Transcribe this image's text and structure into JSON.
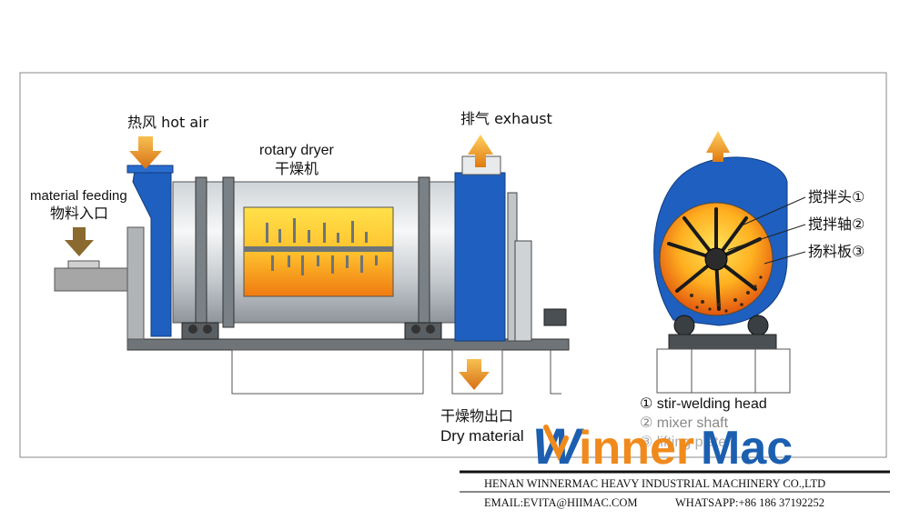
{
  "labels": {
    "hot_air": "热风 hot air",
    "exhaust": "排气 exhaust",
    "rotary_dryer_en": "rotary dryer",
    "rotary_dryer_cn": "干燥机",
    "material_feeding_en": "material feeding",
    "material_feeding_cn": "物料入口",
    "outlet_cn": "干燥物出口",
    "outlet_en": "Dry material",
    "part1_cn": "搅拌头①",
    "part2_cn": "搅拌轴②",
    "part3_cn": "扬料板③",
    "legend1": "① stir-welding head",
    "legend2": "② mixer shaft",
    "legend3": "③ lifting plate"
  },
  "brand": {
    "logo_w": "W",
    "logo_inner": "inner",
    "logo_mac": "Mac",
    "company": "HENAN WINNERMAC HEAVY INDUSTRIAL MACHINERY CO.,LTD",
    "email": "EMAIL:EVITA@HIIMAC.COM",
    "whatsapp": "WHATSAPP:+86 186 37192252",
    "color_blue": "#1c5fb0",
    "color_orange": "#f08a1c"
  },
  "colors": {
    "machine_blue": "#1e5fbf",
    "arrow_orange": "#f0a020",
    "heat_yellow": "#ffd23a",
    "heat_orange": "#ee6a10"
  }
}
